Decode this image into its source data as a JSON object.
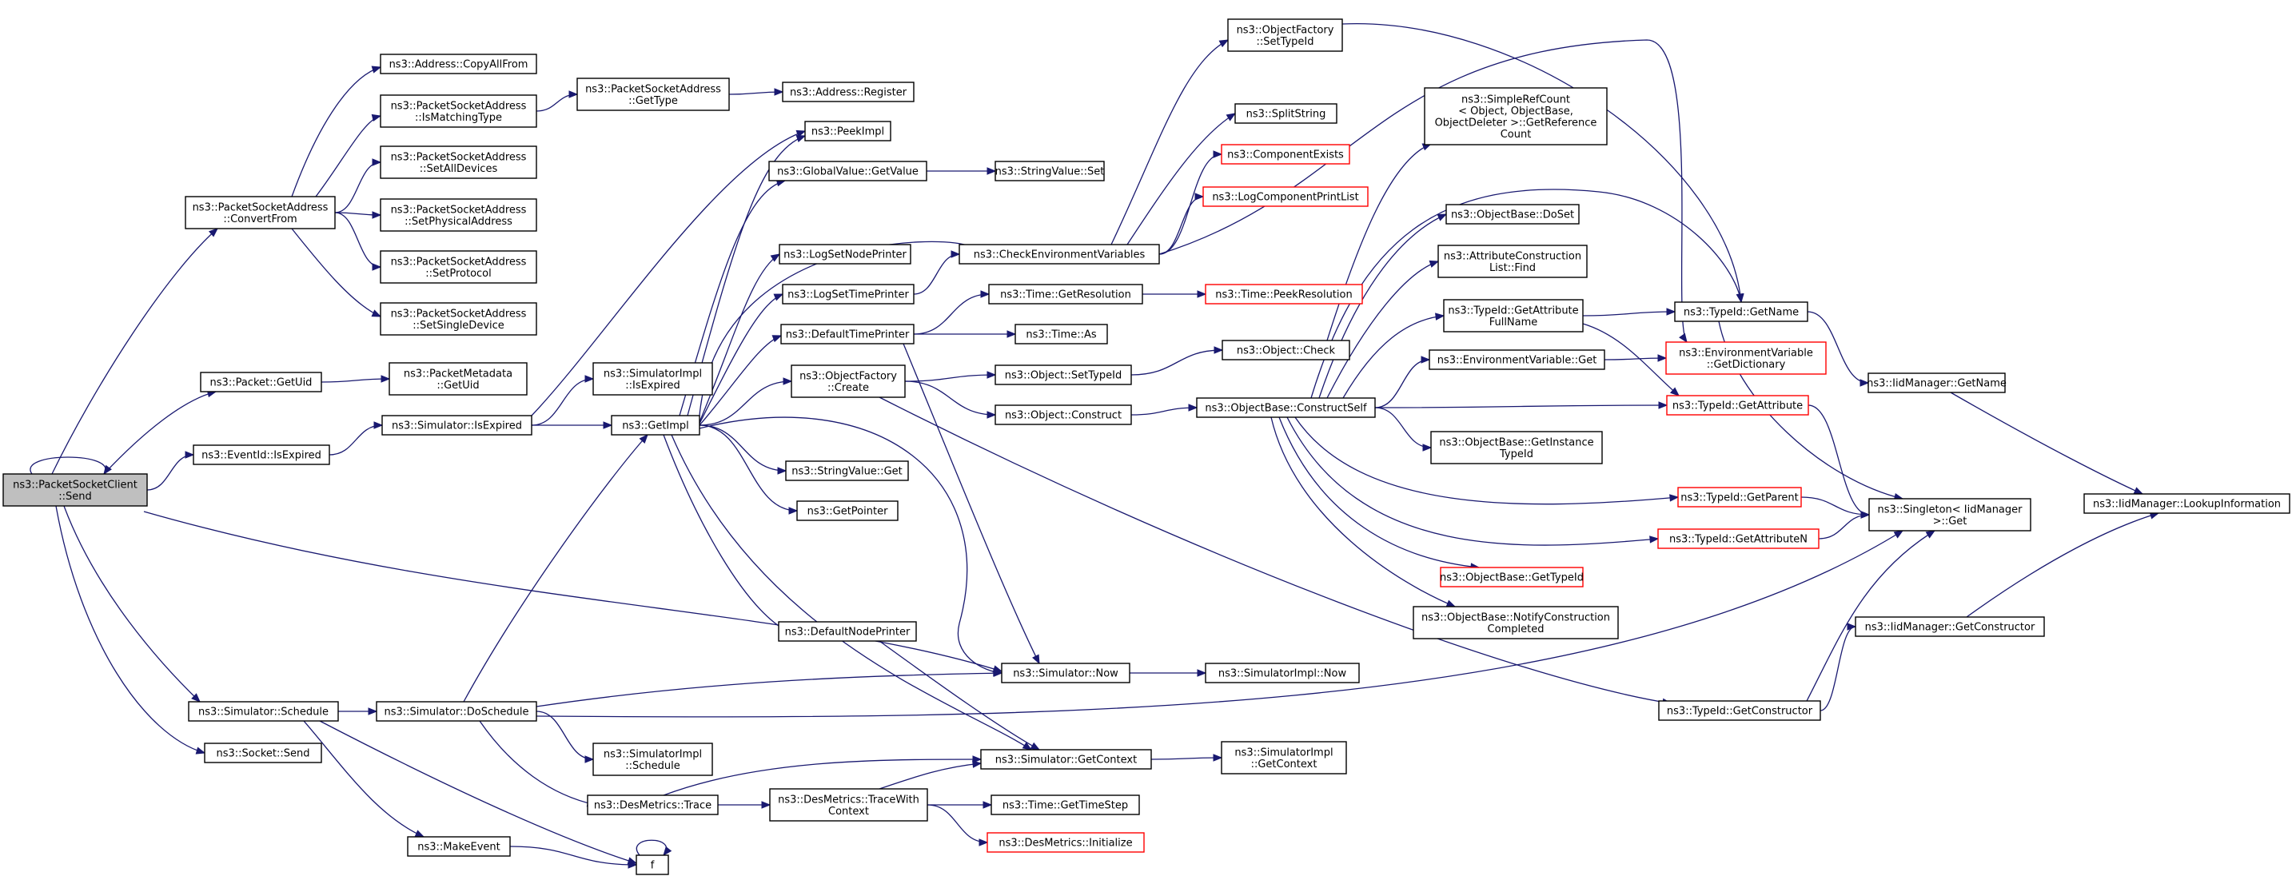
{
  "colors": {
    "edge": "#191970",
    "external_border": "#ff0000",
    "root_fill": "#bfbfbf"
  },
  "nodes": {
    "root": {
      "lines": [
        "ns3::PacketSocketClient",
        "::Send"
      ],
      "root": true
    },
    "convertFrom": {
      "lines": [
        "ns3::PacketSocketAddress",
        "::ConvertFrom"
      ]
    },
    "copyAllFrom": {
      "lines": [
        "ns3::Address::CopyAllFrom"
      ]
    },
    "isMatchingType": {
      "lines": [
        "ns3::PacketSocketAddress",
        "::IsMatchingType"
      ]
    },
    "getType": {
      "lines": [
        "ns3::PacketSocketAddress",
        "::GetType"
      ]
    },
    "addrRegister": {
      "lines": [
        "ns3::Address::Register"
      ]
    },
    "setAllDevices": {
      "lines": [
        "ns3::PacketSocketAddress",
        "::SetAllDevices"
      ]
    },
    "setPhysicalAddress": {
      "lines": [
        "ns3::PacketSocketAddress",
        "::SetPhysicalAddress"
      ]
    },
    "setProtocol": {
      "lines": [
        "ns3::PacketSocketAddress",
        "::SetProtocol"
      ]
    },
    "setSingleDevice": {
      "lines": [
        "ns3::PacketSocketAddress",
        "::SetSingleDevice"
      ]
    },
    "packetGetUid": {
      "lines": [
        "ns3::Packet::GetUid"
      ]
    },
    "metaGetUid": {
      "lines": [
        "ns3::PacketMetadata",
        "::GetUid"
      ]
    },
    "eventIsExpired": {
      "lines": [
        "ns3::EventId::IsExpired"
      ]
    },
    "simIsExpired": {
      "lines": [
        "ns3::Simulator::IsExpired"
      ]
    },
    "implIsExpired": {
      "lines": [
        "ns3::SimulatorImpl",
        "::IsExpired"
      ]
    },
    "getImpl": {
      "lines": [
        "ns3::GetImpl"
      ]
    },
    "peekImpl": {
      "lines": [
        "ns3::PeekImpl"
      ]
    },
    "gvGetValue": {
      "lines": [
        "ns3::GlobalValue::GetValue"
      ]
    },
    "svSet": {
      "lines": [
        "ns3::StringValue::Set"
      ]
    },
    "logSetNodePrinter": {
      "lines": [
        "ns3::LogSetNodePrinter"
      ]
    },
    "logSetTimePrinter": {
      "lines": [
        "ns3::LogSetTimePrinter"
      ]
    },
    "checkEnv": {
      "lines": [
        "ns3::CheckEnvironmentVariables"
      ]
    },
    "defaultTimePrinter": {
      "lines": [
        "ns3::DefaultTimePrinter"
      ]
    },
    "timeGetResolution": {
      "lines": [
        "ns3::Time::GetResolution"
      ]
    },
    "timePeekResolution": {
      "lines": [
        "ns3::Time::PeekResolution"
      ],
      "external": true
    },
    "timeAs": {
      "lines": [
        "ns3::Time::As"
      ]
    },
    "ofCreate": {
      "lines": [
        "ns3::ObjectFactory",
        "::Create"
      ]
    },
    "objSetTypeId": {
      "lines": [
        "ns3::Object::SetTypeId"
      ]
    },
    "objCheck": {
      "lines": [
        "ns3::Object::Check"
      ]
    },
    "objConstruct": {
      "lines": [
        "ns3::Object::Construct"
      ]
    },
    "constructSelf": {
      "lines": [
        "ns3::ObjectBase::ConstructSelf"
      ]
    },
    "ofSetTypeId": {
      "lines": [
        "ns3::ObjectFactory",
        "::SetTypeId"
      ]
    },
    "splitString": {
      "lines": [
        "ns3::SplitString"
      ]
    },
    "componentExists": {
      "lines": [
        "ns3::ComponentExists"
      ],
      "external": true
    },
    "logComponentPrintList": {
      "lines": [
        "ns3::LogComponentPrintList"
      ],
      "external": true
    },
    "simpleRefCount": {
      "lines": [
        "ns3::SimpleRefCount",
        "< Object, ObjectBase,",
        "ObjectDeleter >::GetReference",
        "Count"
      ]
    },
    "obDoSet": {
      "lines": [
        "ns3::ObjectBase::DoSet"
      ]
    },
    "aclFind": {
      "lines": [
        "ns3::AttributeConstruction",
        "List::Find"
      ]
    },
    "getAttrFullName": {
      "lines": [
        "ns3::TypeId::GetAttribute",
        "FullName"
      ]
    },
    "tidGetName": {
      "lines": [
        "ns3::TypeId::GetName"
      ]
    },
    "envGet": {
      "lines": [
        "ns3::EnvironmentVariable::Get"
      ]
    },
    "envGetDict": {
      "lines": [
        "ns3::EnvironmentVariable",
        "::GetDictionary"
      ],
      "external": true
    },
    "tidGetAttribute": {
      "lines": [
        "ns3::TypeId::GetAttribute"
      ],
      "external": true
    },
    "iidGetName": {
      "lines": [
        "ns3::IidManager::GetName"
      ]
    },
    "obGetInstanceTypeId": {
      "lines": [
        "ns3::ObjectBase::GetInstance",
        "TypeId"
      ]
    },
    "tidGetParent": {
      "lines": [
        "ns3::TypeId::GetParent"
      ],
      "external": true
    },
    "tidGetAttributeN": {
      "lines": [
        "ns3::TypeId::GetAttributeN"
      ],
      "external": true
    },
    "singletonGet": {
      "lines": [
        "ns3::Singleton< IidManager",
        ">::Get"
      ]
    },
    "lookupInformation": {
      "lines": [
        "ns3::IidManager::LookupInformation"
      ]
    },
    "obGetTypeId": {
      "lines": [
        "ns3::ObjectBase::GetTypeId"
      ],
      "external": true
    },
    "obNotify": {
      "lines": [
        "ns3::ObjectBase::NotifyConstruction",
        "Completed"
      ]
    },
    "stringValueGet": {
      "lines": [
        "ns3::StringValue::Get"
      ]
    },
    "getPointer": {
      "lines": [
        "ns3::GetPointer"
      ]
    },
    "defaultNodePrinter": {
      "lines": [
        "ns3::DefaultNodePrinter"
      ]
    },
    "simNow": {
      "lines": [
        "ns3::Simulator::Now"
      ]
    },
    "implNow": {
      "lines": [
        "ns3::SimulatorImpl::Now"
      ]
    },
    "iidGetConstructor": {
      "lines": [
        "ns3::IidManager::GetConstructor"
      ]
    },
    "tidGetConstructor": {
      "lines": [
        "ns3::TypeId::GetConstructor"
      ]
    },
    "simSchedule": {
      "lines": [
        "ns3::Simulator::Schedule"
      ]
    },
    "doSchedule": {
      "lines": [
        "ns3::Simulator::DoSchedule"
      ]
    },
    "socketSend": {
      "lines": [
        "ns3::Socket::Send"
      ]
    },
    "implSchedule": {
      "lines": [
        "ns3::SimulatorImpl",
        "::Schedule"
      ]
    },
    "getContext": {
      "lines": [
        "ns3::Simulator::GetContext"
      ]
    },
    "implGetContext": {
      "lines": [
        "ns3::SimulatorImpl",
        "::GetContext"
      ]
    },
    "desTrace": {
      "lines": [
        "ns3::DesMetrics::Trace"
      ]
    },
    "desTraceWith": {
      "lines": [
        "ns3::DesMetrics::TraceWith",
        "Context"
      ]
    },
    "timeGetTimeStep": {
      "lines": [
        "ns3::Time::GetTimeStep"
      ]
    },
    "desInitialize": {
      "lines": [
        "ns3::DesMetrics::Initialize"
      ],
      "external": true
    },
    "makeEvent": {
      "lines": [
        "ns3::MakeEvent"
      ]
    },
    "f": {
      "lines": [
        "f"
      ]
    }
  }
}
